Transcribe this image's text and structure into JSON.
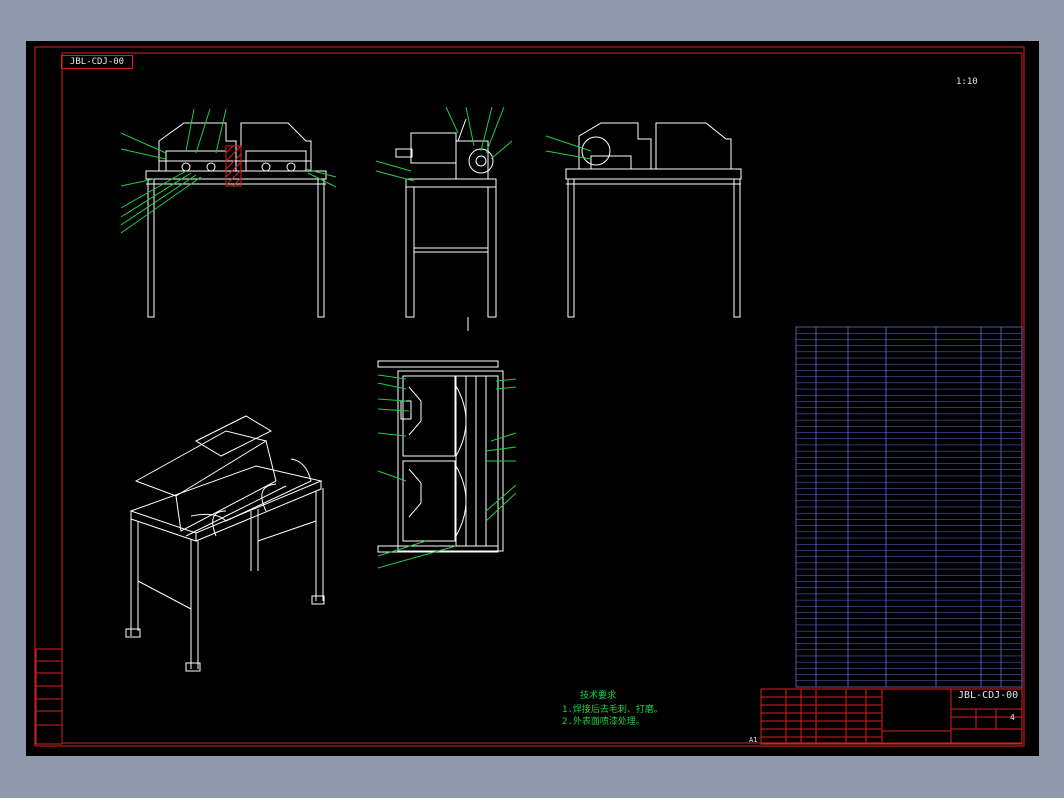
{
  "drawing": {
    "number_tag": "JBL-CDJ-00",
    "title_block_number": "JBL-CDJ-00",
    "scale_note": "1:10",
    "sheet_mark": "A1",
    "notes": [
      "技术要求",
      "1.焊接后去毛刺、打磨。",
      "2.外表面喷漆处理。"
    ],
    "rev_mark": "4"
  },
  "colors": {
    "background": "#8e9aab",
    "sheet": "#000000",
    "frame": "#d82020",
    "geometry": "#ffffff",
    "annotation": "#22cc44",
    "table": "#6a6ad8"
  },
  "bom": {
    "rows": 58
  }
}
